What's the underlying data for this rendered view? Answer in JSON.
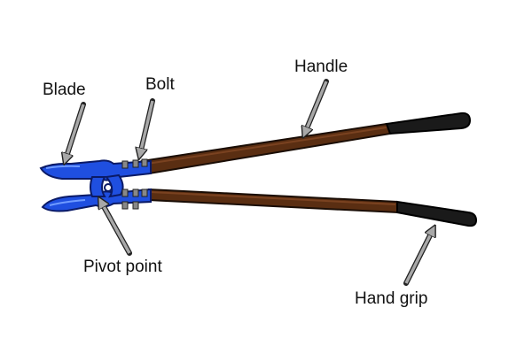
{
  "labels": {
    "blade": "Blade",
    "bolt": "Bolt",
    "handle": "Handle",
    "pivot_point": "Pivot point",
    "hand_grip": "Hand grip"
  },
  "colors": {
    "blade": "#1f4fe0",
    "blade_outline": "#0a1a66",
    "handle": "#5a2e12",
    "grip": "#1a1a1a",
    "arrow_fill": "#a8a8a8",
    "arrow_outline": "#222222"
  }
}
